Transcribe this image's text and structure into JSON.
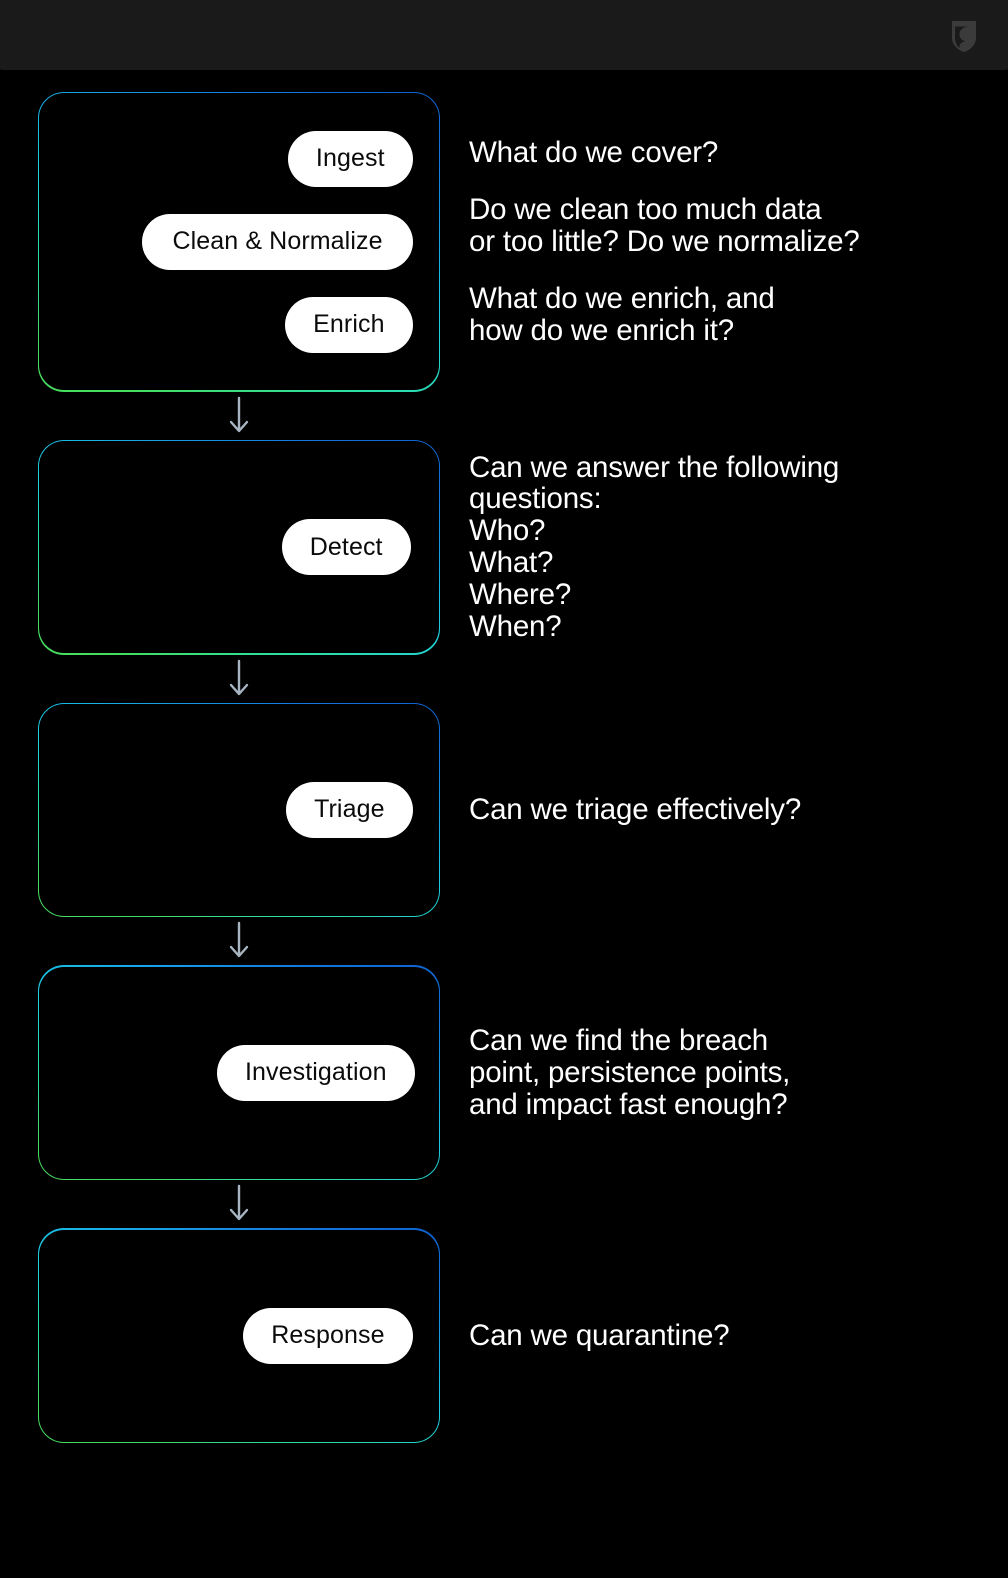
{
  "header": {
    "logo_icon": "shield-logo-icon",
    "background_color": "#1a1a1a"
  },
  "theme": {
    "background": "#000000",
    "pill_background": "#ffffff",
    "pill_text": "#0b0b0b",
    "note_text": "#ffffff",
    "border_gradient_blue": "#0f62d0",
    "border_gradient_cyan": "#1fd0dd",
    "border_gradient_green": "#4ade63",
    "arrow_color": "#a7b4c2"
  },
  "flow": {
    "arrow_icon": "arrow-down-icon",
    "stages": [
      {
        "id": "ingest",
        "pills": [
          "Ingest",
          "Clean & Normalize",
          "Enrich"
        ],
        "notes": [
          "What do we cover?",
          "Do we clean too much data\nor too little? Do we normalize?",
          "What do we enrich, and\nhow do we enrich it?"
        ]
      },
      {
        "id": "detect",
        "pills": [
          "Detect"
        ],
        "notes": [
          "Can we answer the following\nquestions:\nWho?\nWhat?\nWhere?\nWhen?"
        ]
      },
      {
        "id": "triage",
        "pills": [
          "Triage"
        ],
        "notes": [
          "Can we triage effectively?"
        ]
      },
      {
        "id": "investigation",
        "pills": [
          "Investigation"
        ],
        "notes": [
          "Can we find the breach\npoint, persistence points,\nand impact fast enough?"
        ]
      },
      {
        "id": "response",
        "pills": [
          "Response"
        ],
        "notes": [
          "Can we quarantine?"
        ]
      }
    ]
  }
}
